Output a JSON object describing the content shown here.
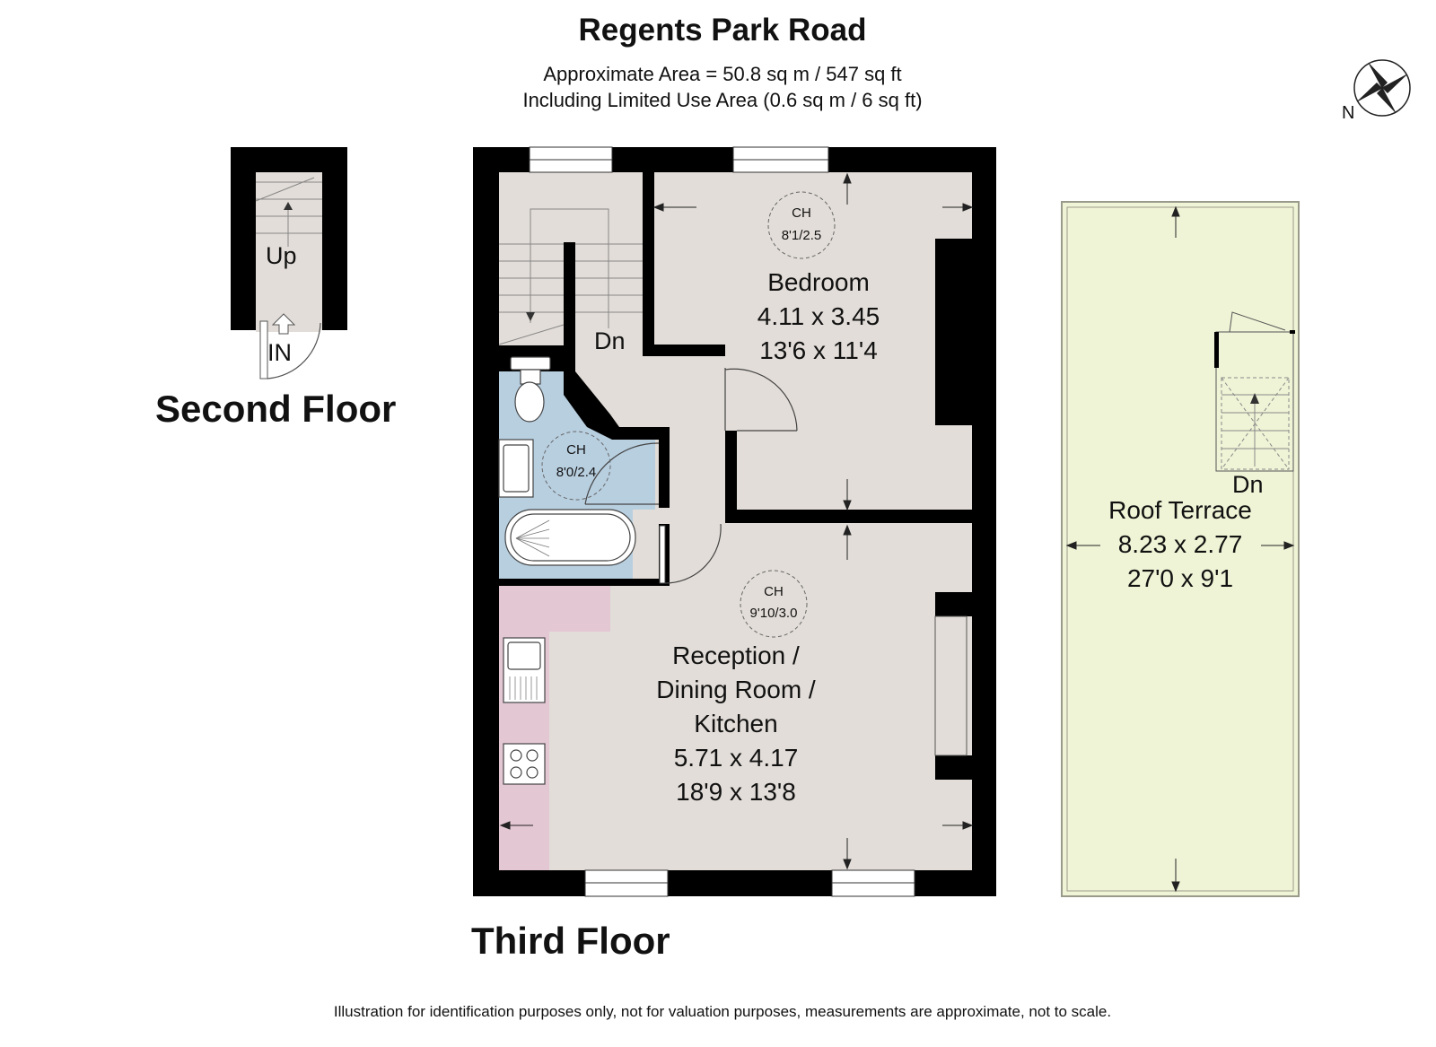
{
  "header": {
    "title": "Regents Park Road",
    "area": "Approximate Area = 50.8 sq m / 547 sq ft",
    "limited_use": "Including Limited Use Area (0.6 sq m / 6 sq ft)"
  },
  "compass": {
    "label": "N"
  },
  "second_floor": {
    "label": "Second Floor",
    "stairs_label": "Up",
    "entrance_label": "IN"
  },
  "third_floor": {
    "label": "Third Floor",
    "stairs_label": "Dn",
    "bedroom": {
      "name": "Bedroom",
      "metric": "4.11 x 3.45",
      "imperial": "13'6 x 11'4",
      "ch_label": "CH",
      "ch_value": "8'1/2.5"
    },
    "bathroom": {
      "ch_label": "CH",
      "ch_value": "8'0/2.4"
    },
    "reception": {
      "name_line1": "Reception /",
      "name_line2": "Dining Room /",
      "name_line3": "Kitchen",
      "metric": "5.71 x 4.17",
      "imperial": "18'9 x 13'8",
      "ch_label": "CH",
      "ch_value": "9'10/3.0"
    }
  },
  "roof_terrace": {
    "name": "Roof Terrace",
    "metric": "8.23 x 2.77",
    "imperial": "27'0 x 9'1",
    "stairs_label": "Dn"
  },
  "colors": {
    "wall": "#000000",
    "room_floor": "#e2ddd8",
    "bathroom": "#b8cfe0",
    "kitchen": "#e3c7d3",
    "terrace": "#f0f4d6",
    "terrace_border": "#9a9a8a"
  },
  "footer": {
    "disclaimer": "Illustration for identification purposes only, not for valuation purposes, measurements are approximate, not to scale."
  }
}
